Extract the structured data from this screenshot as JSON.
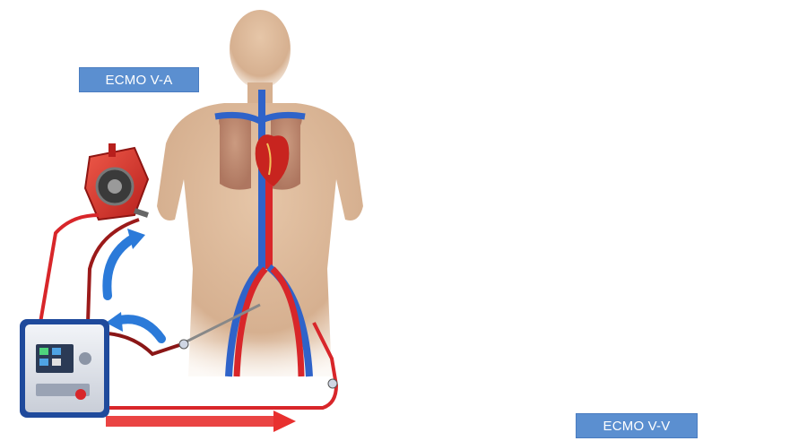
{
  "labels": {
    "va": "ECMO V-A",
    "vv": "ECMO V-V"
  },
  "colors": {
    "skin": "#dcb898",
    "artery_red": "#d8262a",
    "vein_blue": "#2f63c9",
    "flow_red": "#e8302f",
    "flow_blue": "#2b7ad9",
    "pump_red": "#d9352c",
    "console_blue": "#1f4a9c",
    "label_bg": "#5b8fd0"
  },
  "icons": [
    "human-body",
    "heart",
    "lungs",
    "centrifugal-pump",
    "ecmo-console",
    "flow-arrow",
    "cannula"
  ]
}
